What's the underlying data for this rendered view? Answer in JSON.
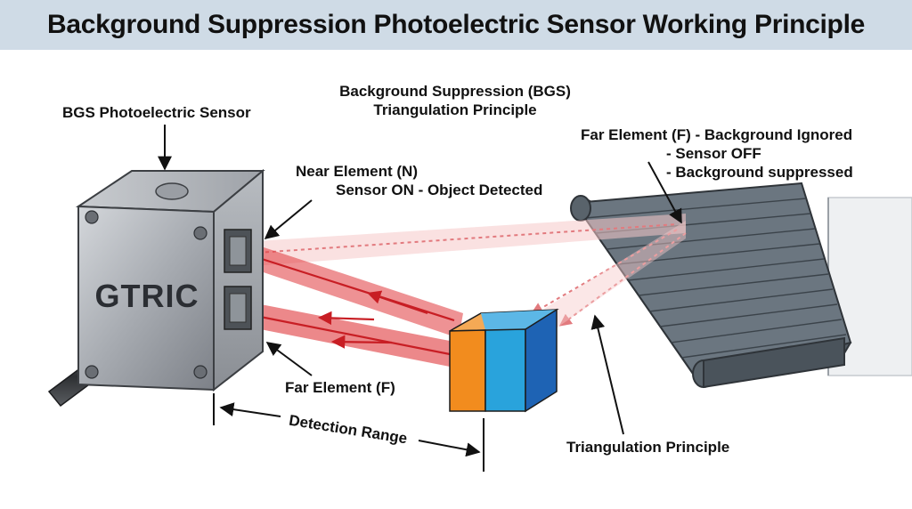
{
  "title": "Background Suppression Photoelectric Sensor Working Principle",
  "labels": {
    "sensor": "BGS Photoelectric Sensor",
    "bgs_line1": "Background Suppression (BGS)",
    "bgs_line2": "Triangulation Principle",
    "near_line1": "Near Element (N)",
    "near_line2": "Sensor ON - Object Detected",
    "far_bg_line1": "Far Element (F) - Background Ignored",
    "far_bg_line2": "- Sensor OFF",
    "far_bg_line3": "- Background suppressed",
    "far_element": "Far Element (F)",
    "detection_range": "Detection Range",
    "triangulation": "Triangulation Principle"
  },
  "brand": "GTRIC",
  "colors": {
    "title_bar": "#cfdbe6",
    "beam": "#e0383c",
    "beam_faint": "#f3b5b5",
    "cube_orange": "#f28c1e",
    "cube_blue": "#29a3dc",
    "cube_dark_blue": "#1e63b4",
    "sensor_body": "#a9adb3",
    "conveyor": "#5b6670"
  }
}
